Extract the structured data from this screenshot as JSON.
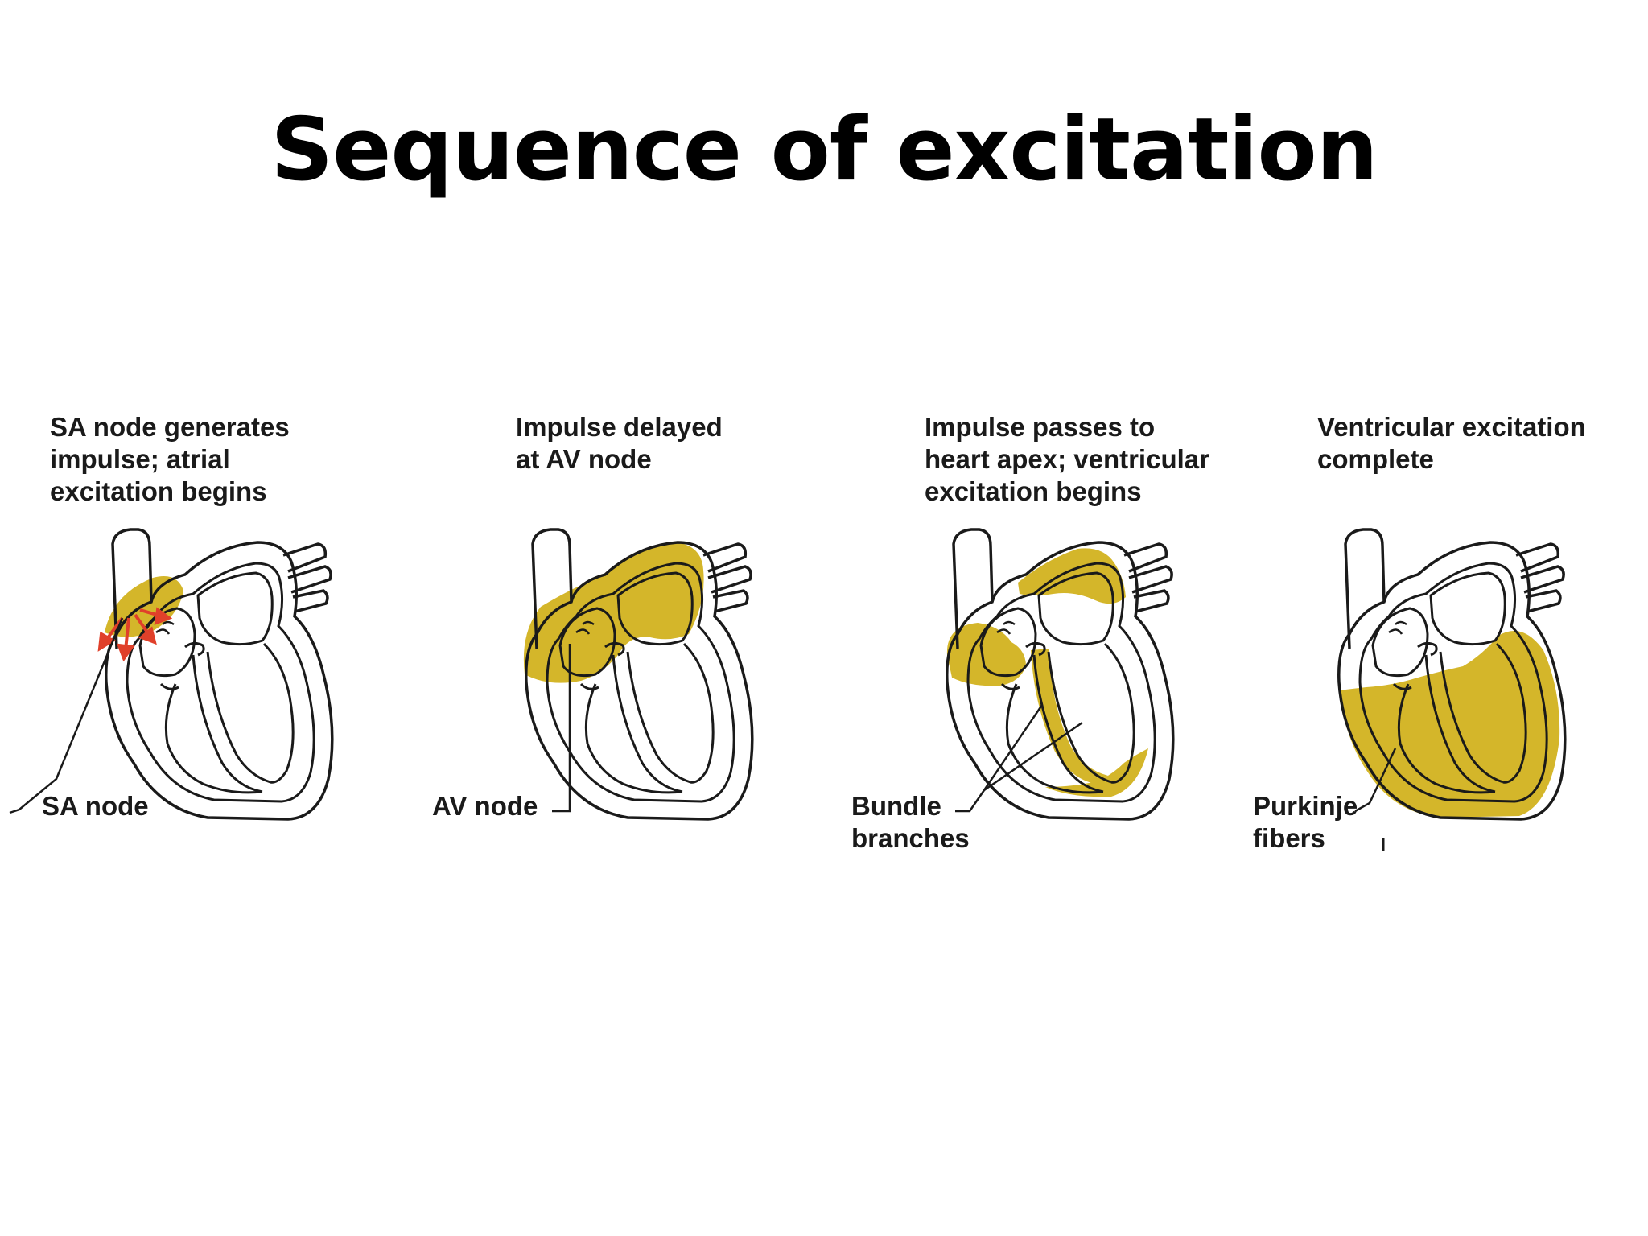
{
  "title": "Sequence of excitation",
  "colors": {
    "excitation_fill": "#d4b62a",
    "impulse_arrow": "#e0402a",
    "outline": "#1a1a1a",
    "background": "#ffffff"
  },
  "stages": [
    {
      "caption": [
        "SA node generates",
        "impulse; atrial",
        "excitation begins"
      ],
      "callout": [
        "SA node"
      ]
    },
    {
      "caption": [
        "Impulse delayed",
        "at AV node"
      ],
      "callout": [
        "AV node"
      ]
    },
    {
      "caption": [
        "Impulse passes to",
        "heart apex; ventricular",
        "excitation begins"
      ],
      "callout": [
        "Bundle",
        "branches"
      ]
    },
    {
      "caption": [
        "Ventricular excitation",
        "complete"
      ],
      "callout": [
        "Purkinje",
        "fibers"
      ]
    }
  ]
}
